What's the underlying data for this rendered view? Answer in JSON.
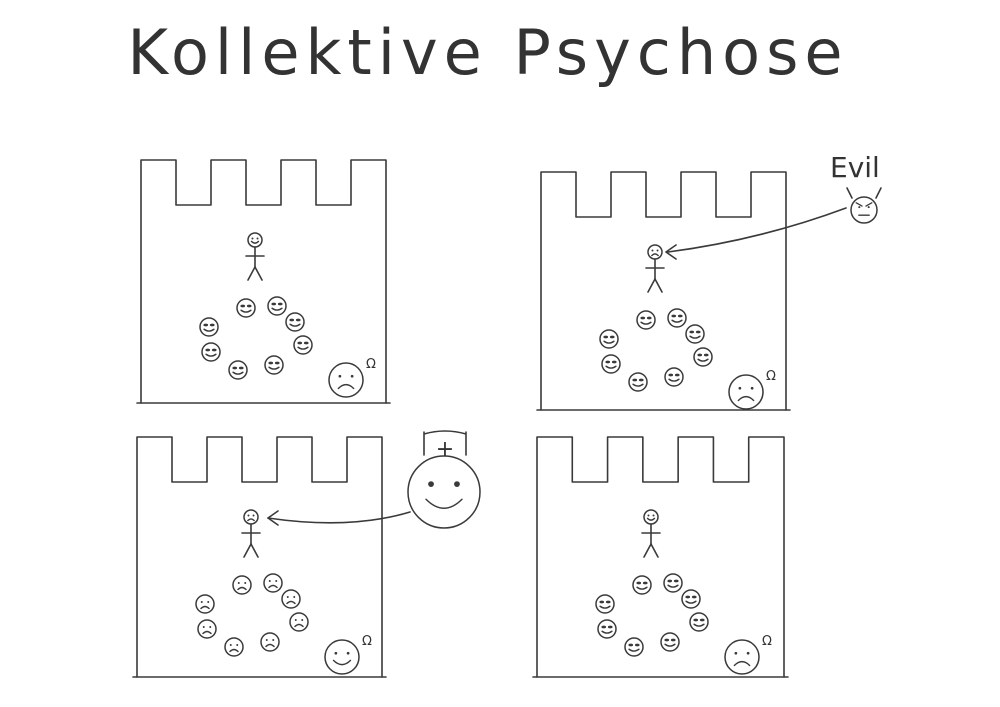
{
  "title": "Kollektive Psychose",
  "labels": {
    "evil": "Evil",
    "plus_sign": "+",
    "omega": "Ω"
  },
  "panels": [
    {
      "id": "top-left",
      "leader_mood": "happy",
      "crowd_mood": "cool",
      "observer_mood": "sad",
      "external": null
    },
    {
      "id": "top-right",
      "leader_mood": "sad",
      "crowd_mood": "cool",
      "observer_mood": "sad",
      "external": "evil"
    },
    {
      "id": "bottom-left",
      "leader_mood": "sad",
      "crowd_mood": "sad",
      "observer_mood": "happy",
      "external": "plus"
    },
    {
      "id": "bottom-right",
      "leader_mood": "happy",
      "crowd_mood": "cool",
      "observer_mood": "sad",
      "external": null
    }
  ],
  "colors": {
    "ink": "#3a3a3a",
    "background": "#ffffff"
  }
}
